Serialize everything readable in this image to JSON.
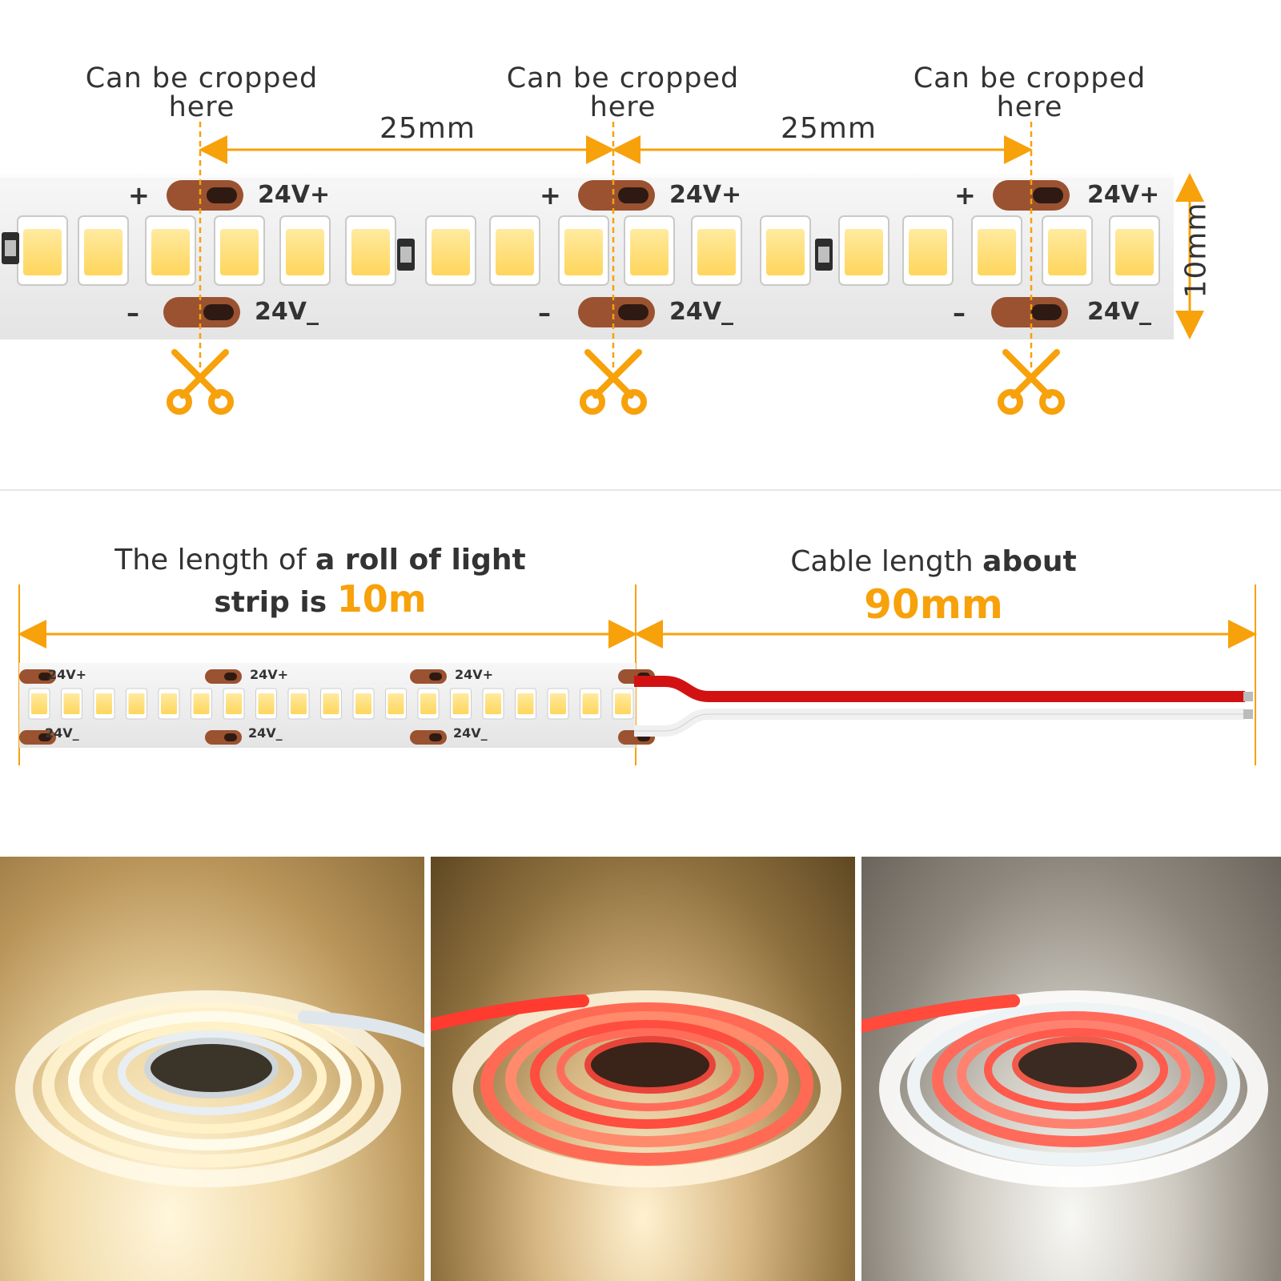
{
  "colors": {
    "accent": "#f7a10b",
    "strip": "#ececec",
    "copper": "#a0522d",
    "led": "#ffe27a",
    "cable_red": "#d21212",
    "cable_white": "#f4f4f4"
  },
  "top": {
    "crop_labels": [
      "Can be cropped\nhere",
      "Can be cropped\nhere",
      "Can be cropped\nhere"
    ],
    "spacing_labels": [
      "25mm",
      "25mm"
    ],
    "width_label": "10mm",
    "pad_plus_label": "24V+",
    "pad_minus_label": "24V_",
    "plus_sign": "+",
    "minus_sign": "–"
  },
  "middle": {
    "roll_text_1": "The length of ",
    "roll_text_2": "a roll of light",
    "roll_text_3": "strip is ",
    "roll_value": "10m",
    "cable_text_1": "Cable length ",
    "cable_text_2": "about",
    "cable_value": "90mm",
    "small_plus_label": "24V+",
    "small_minus_label": "24V_"
  },
  "photos": [
    {
      "name": "warm-white",
      "bg": "warm"
    },
    {
      "name": "red-on",
      "bg": "amber"
    },
    {
      "name": "cool-white",
      "bg": "grey"
    }
  ]
}
